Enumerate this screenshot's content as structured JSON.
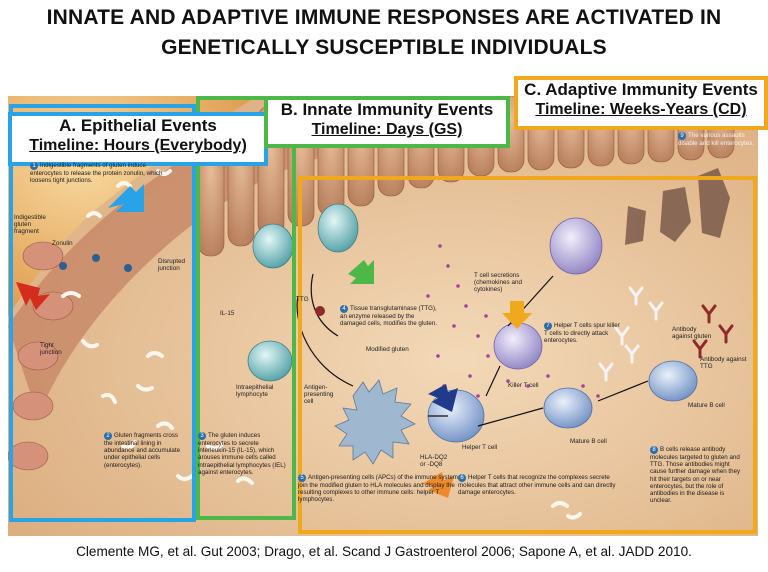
{
  "title": {
    "line1": "INNATE AND ADAPTIVE IMMUNE RESPONSES ARE ACTIVATED IN",
    "line2": "GENETICALLY SUSCEPTIBLE INDIVIDUALS"
  },
  "panels": {
    "a": {
      "heading": "A.  Epithelial Events",
      "timeline": "Timeline: Hours (Everybody)",
      "color": "#29a3e8"
    },
    "b": {
      "heading": "B. Innate Immunity Events",
      "timeline": "Timeline: Days (GS)",
      "color": "#4db848"
    },
    "c": {
      "heading": "C. Adaptive Immunity Events",
      "timeline": "Timeline: Weeks-Years (CD)",
      "color": "#f0a81c"
    }
  },
  "steps": {
    "s1": {
      "num": "1",
      "text": "Indigestible fragments of gluten induce enterocytes to release the protein zonulin, which loosens tight junctions."
    },
    "s2": {
      "num": "2",
      "text": "Gluten fragments cross the intestinal lining in abundance and accumulate under epithelial cells (enterocytes)."
    },
    "s3": {
      "num": "3",
      "text": "The gluten induces enterocytes to secrete interleukin-15 (IL-15), which arouses immune cells called intraepithelial lymphocytes (IEL) against enterocytes."
    },
    "s4": {
      "num": "4",
      "text": "Tissue transglutaminase (TTG), an enzyme released by the damaged cells, modifies the gluten."
    },
    "s5": {
      "num": "5",
      "text": "Antigen-presenting cells (APCs) of the immune system join the modified gluten to HLA molecules and display the resulting complexes to other immune cells: helper T lymphocytes."
    },
    "s6": {
      "num": "6",
      "text": "Helper T cells that recognize the complexes secrete molecules that attract other immune cells and can directly damage enterocytes."
    },
    "s7": {
      "num": "7",
      "text": "Helper T cells spur killer T cells to directly attack enterocytes."
    },
    "s8": {
      "num": "8",
      "text": "B cells release antibody molecules targeted to gluten and TTG. Those antibodies might cause further damage when they hit their targets on or near enterocytes, but the role of antibodies in the disease is unclear."
    },
    "s9": {
      "num": "9",
      "text": "The various assaults disable and kill enterocytes."
    }
  },
  "labels": {
    "gluten_fragment": "Indigestible gluten fragment",
    "zonulin": "Zonulin",
    "disrupted_junction": "Disrupted junction",
    "tight_junction": "Tight junction",
    "il15": "IL-15",
    "iel": "Intraepithelial lymphocyte",
    "ttg": "TTG",
    "modified_gluten": "Modified gluten",
    "apc": "Antigen-presenting cell",
    "hla": "HLA-DQ2 or -DQ8",
    "helper_t": "Helper T cell",
    "killer_t": "Killer T cell",
    "secretions": "T cell secretions (chemokines and cytokines)",
    "mature_b_1": "Mature B cell",
    "mature_b_2": "Mature B cell",
    "ab_gluten": "Antibody against gluten",
    "ab_ttg": "Antibody against TTG"
  },
  "citation": "Clemente MG, et al. Gut 2003; Drago, et al. Scand J Gastroenterol  2006; Sapone A, et al. JADD 2010.",
  "colors": {
    "lumen": "#f3c27a",
    "tissue": "#e9c59c",
    "panel_a": "#29a3e8",
    "panel_b": "#4db848",
    "panel_c": "#f0a81c"
  }
}
